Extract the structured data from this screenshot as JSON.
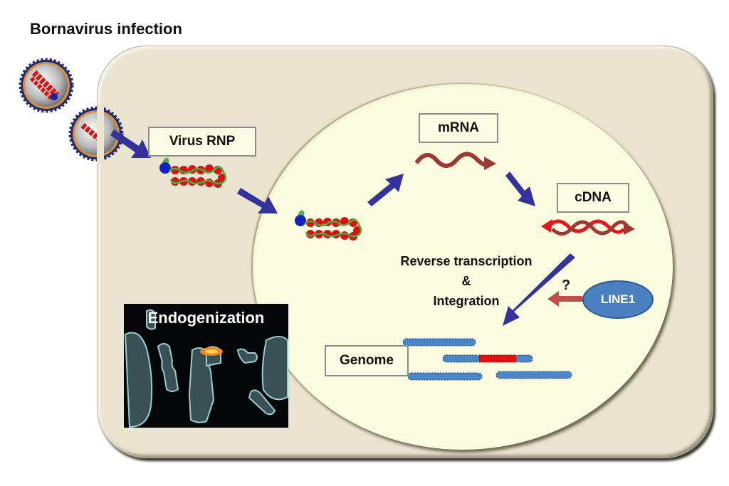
{
  "title": "Bornavirus infection",
  "labels": {
    "virus_rnp": "Virus RNP",
    "mrna": "mRNA",
    "cdna": "cDNA",
    "genome": "Genome",
    "line1": "LINE1",
    "question": "?",
    "process_line1": "Reverse transcription",
    "process_line2": "&",
    "process_line3": "Integration",
    "endogenization": "Endogenization"
  },
  "colors": {
    "arrow_blue": "#33339b",
    "rna_brown": "#9b3a35",
    "cdna_red": "#e8141a",
    "line1_arrow": "#c0504d",
    "dna_blue": "#4a86c8",
    "insert_red": "#e01010",
    "cell_fill": "#e9e3cf",
    "nucleus_fill": "#fbfbdf"
  }
}
